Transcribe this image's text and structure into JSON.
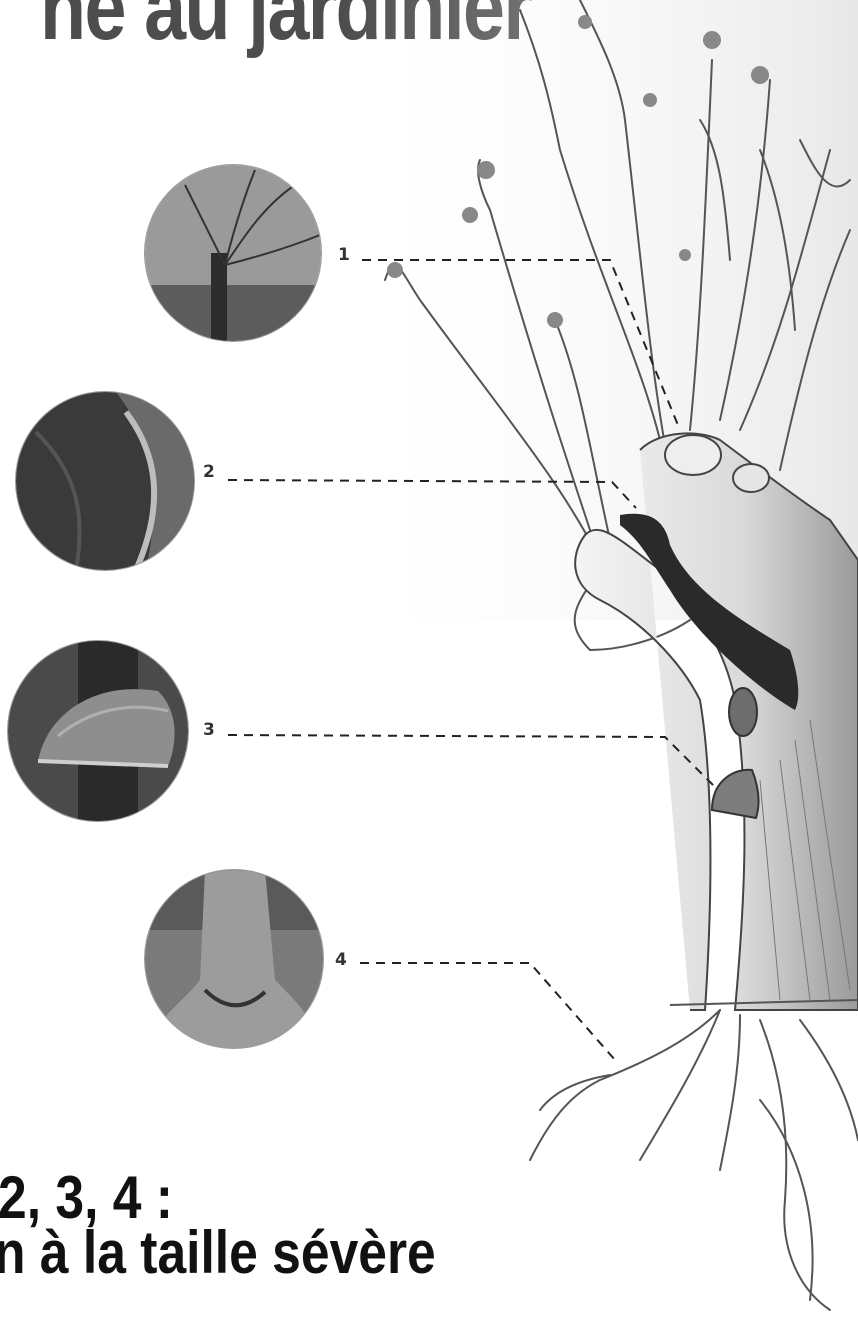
{
  "header": {
    "title": "ne au jardinier"
  },
  "callouts": [
    {
      "number": "1",
      "photo": "pollard-tree-photo"
    },
    {
      "number": "2",
      "photo": "decayed-trunk-photo"
    },
    {
      "number": "3",
      "photo": "bracket-fungus-photo"
    },
    {
      "number": "4",
      "photo": "tree-base-roots-photo"
    }
  ],
  "caption": {
    "line1": "2, 3, 4 :",
    "line2": "n à la taille sévère"
  },
  "colors": {
    "ink": "#111111",
    "title_gray": "#4d4d4d",
    "pencil": "#555555"
  }
}
